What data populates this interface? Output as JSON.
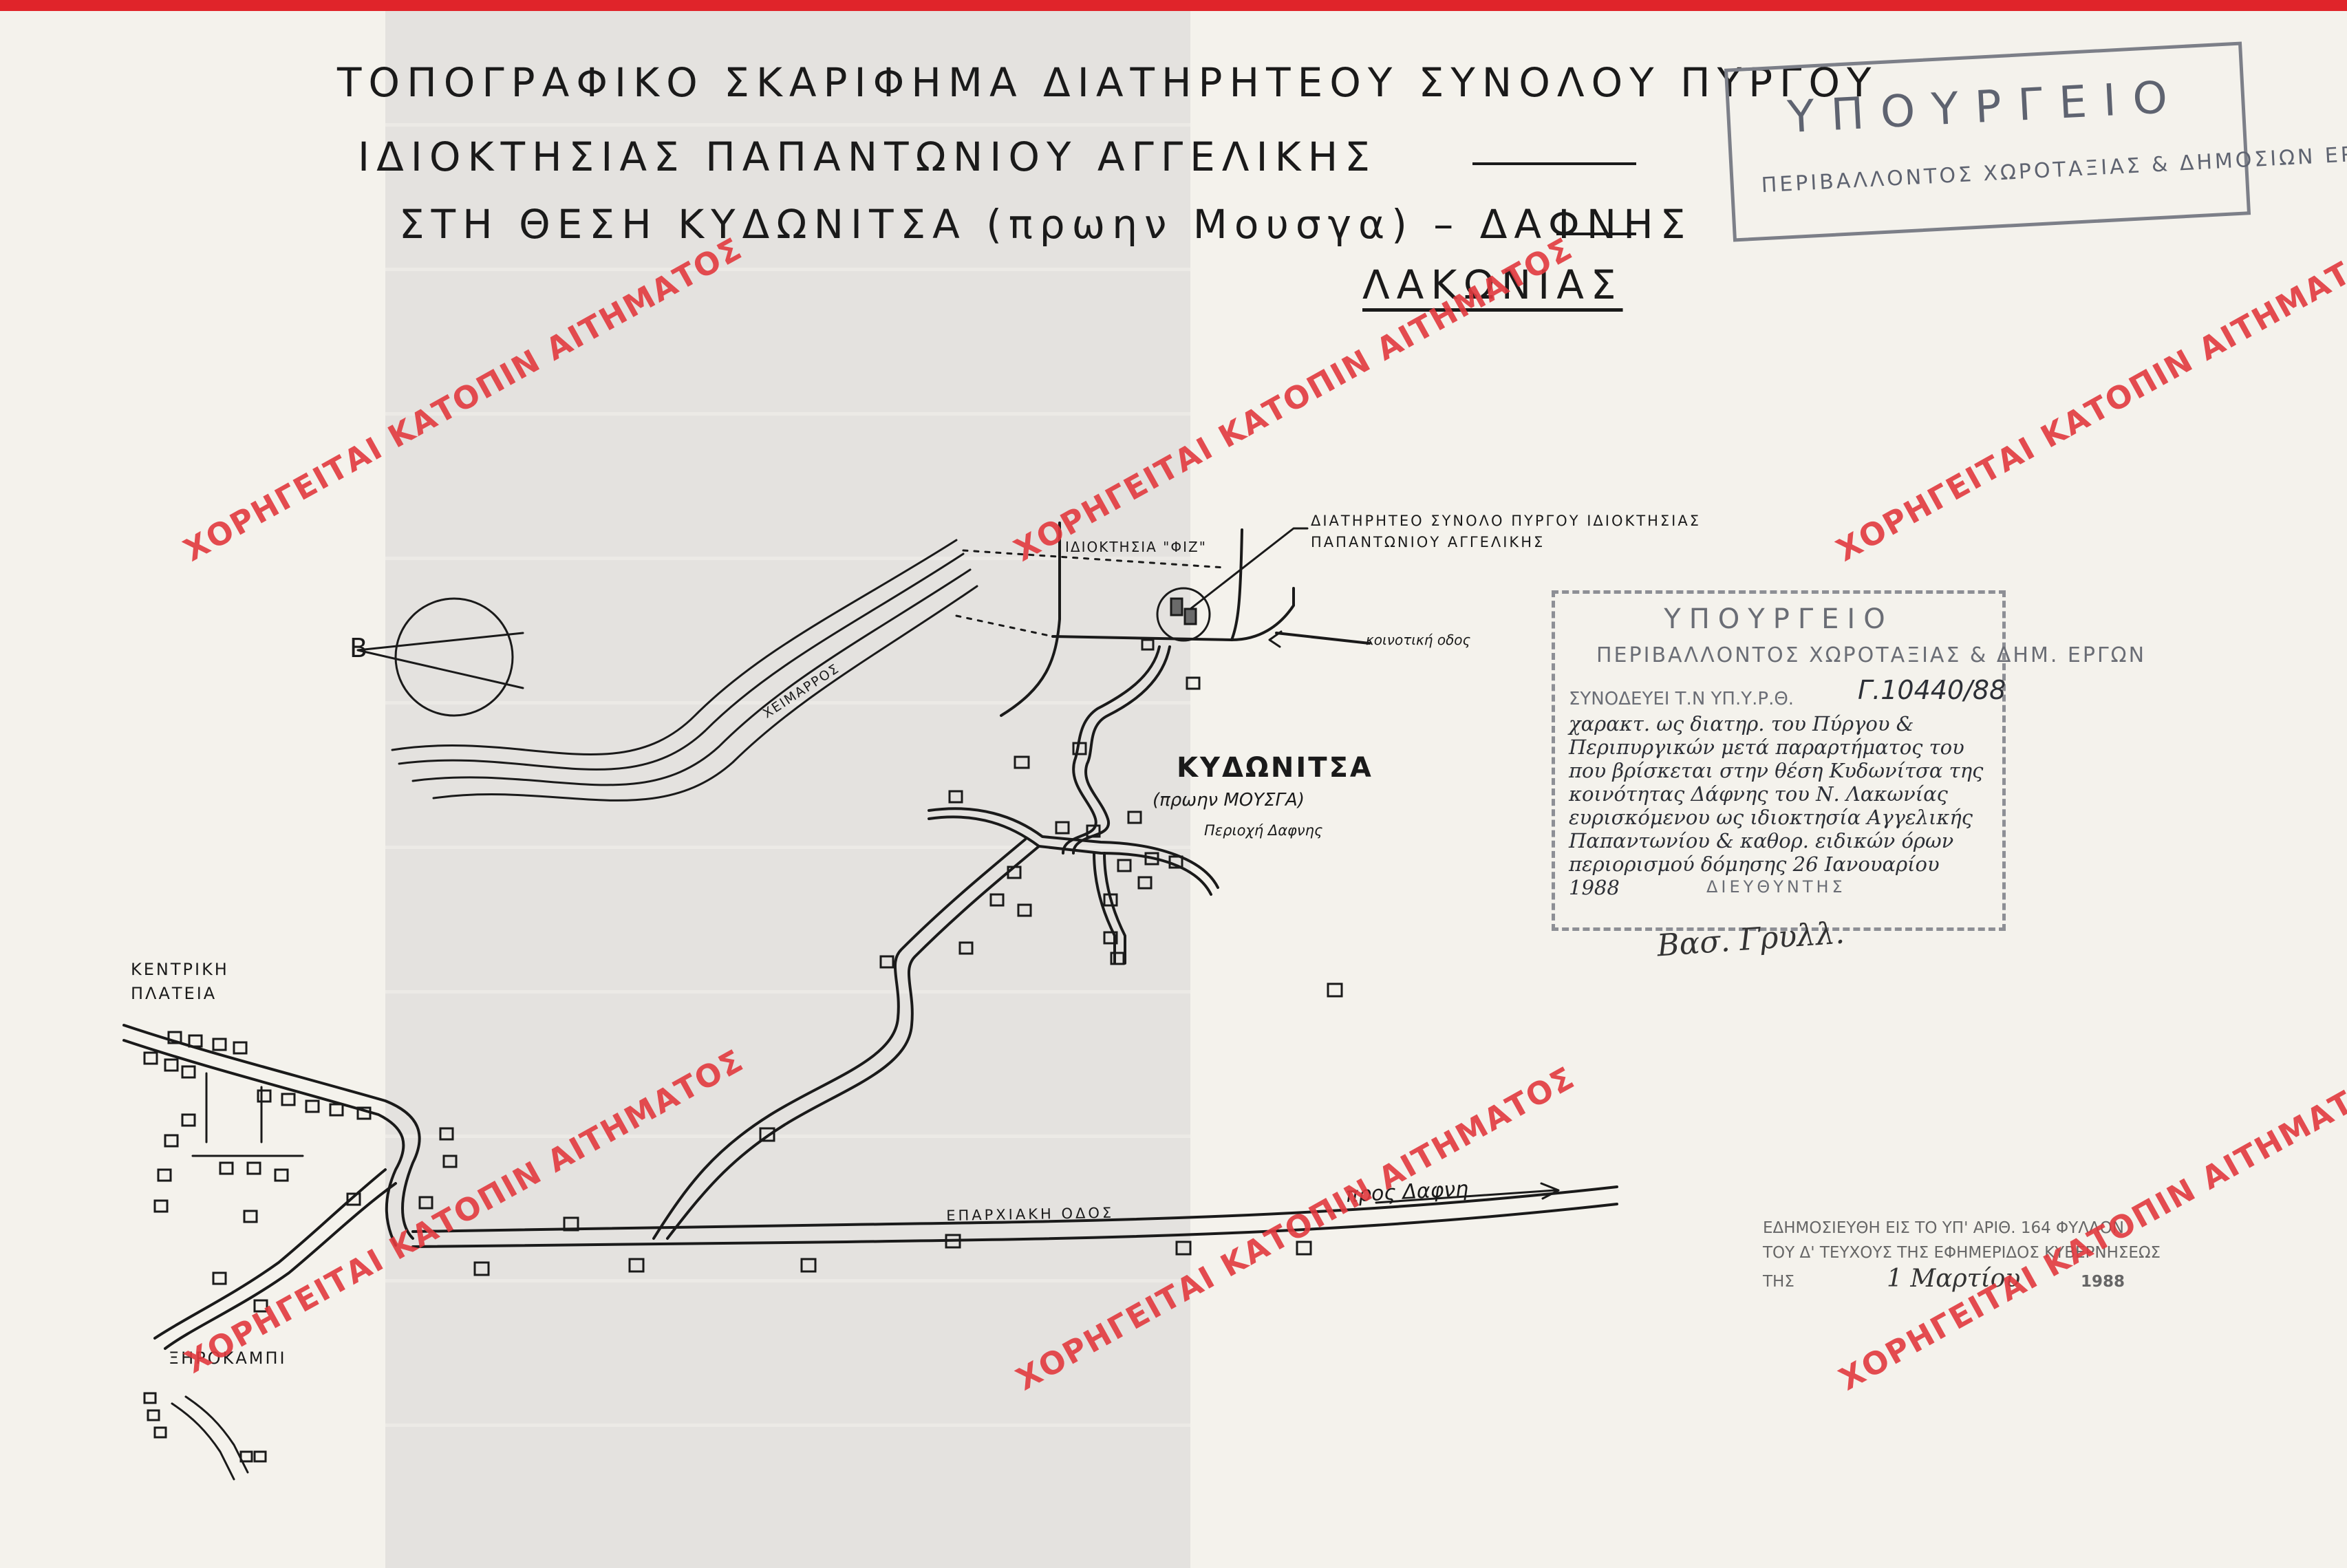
{
  "title": {
    "line1": "ΤΟΠΟΓΡΑΦΙΚΟ ΣΚΑΡΙΦΗΜΑ ΔΙΑΤΗΡΗΤΕΟΥ ΣΥΝΟΛΟΥ ΠΥΡΓΟΥ",
    "line2": "ΙΔΙΟΚΤΗΣΙΑΣ ΠΑΠΑΝΤΩΝΙΟΥ ΑΓΓΕΛΙΚΗΣ",
    "line3": "ΣΤΗ ΘΕΣΗ ΚΥΔΩΝΙΤΣΑ (πρωην Μουσγα) – ΔΑΦΝΗΣ",
    "line4": "ΛΑΚΩΝΙΑΣ"
  },
  "stamp_ministry": {
    "title": "ΥΠΟΥΡΓΕΙΟ",
    "subtitle": "ΠΕΡΙΒΑΛΛΟΝΤΟΣ ΧΩΡΟΤΑΞΙΑΣ & ΔΗΜΟΣΙΩΝ ΕΡΓΩΝ"
  },
  "stamp_approval": {
    "title": "ΥΠΟΥΡΓΕΙΟ",
    "subtitle": "ΠΕΡΙΒΑΛΛΟΝΤΟΣ ΧΩΡΟΤΑΞΙΑΣ & ΔΗΜ. ΕΡΓΩΝ",
    "accompanies": "ΣΥΝΟΔΕΥΕΙ Τ.Ν ΥΠ.Υ.Ρ.Θ.",
    "decision_no": "Γ.10440/88",
    "text": "χαρακτ. ως διατηρ. του Πύργου & Περιπυργικών μετά παραρτήματος του που βρίσκεται στην θέση Κυδωνίτσα της κοινότητας Δάφνης του Ν. Λακωνίας ευρισκόμενου ως ιδιοκτησία Αγγελικής Παπαντωνίου & καθορ. ειδικών όρων περιορισμού δόμησης 26 Ιανουαρίου 1988",
    "director": "ΔΙΕΥΘΥΝΤΗΣ",
    "signature": "Βασ. Γρυλλ."
  },
  "gazette": {
    "line1": "ΕΔΗΜΟΣΙΕΥΘΗ ΕΙΣ ΤΟ ΥΠ' ΑΡΙΘ. 164 ΦΥΛΛΟΝ",
    "line2": "ΤΟΥ Δ' ΤΕΥΧΟΥΣ ΤΗΣ ΕΦΗΜΕΡΙΔΟΣ ΚΥΒΕΡΝΗΣΕΩΣ",
    "line3": "ΤΗΣ",
    "date": "1 Μαρτίου",
    "year": "1988"
  },
  "map_labels": {
    "preserved_set_line1": "ΔΙΑΤΗΡΗΤΕΟ ΣΥΝΟΛΟ ΠΥΡΓΟΥ ΙΔΙΟΚΤΗΣΙΑΣ",
    "preserved_set_line2": "ΠΑΠΑΝΤΩΝΙΟΥ ΑΓΓΕΛΙΚΗΣ",
    "fiz_property": "ΙΔΙΟΚΤΗΣΙΑ \"ΦΙΖ\"",
    "torrent": "ΧΕΙΜΑΡΡΟΣ",
    "community_road": "κοινοτική οδος",
    "village": "ΚΥΔΩΝΙΤΣΑ",
    "village_former": "(πρωην ΜΟΥΣΓΑ)",
    "village_area": "Περιοχή Δαφνης",
    "central_square_line1": "ΚΕΝΤΡΙΚΗ",
    "central_square_line2": "ΠΛΑΤΕΙΑ",
    "provincial_road": "ΕΠΑΡΧΙΑΚΗ ΟΔΟΣ",
    "to_dafni": "προς Δαφνη",
    "xirokampi": "ΞΗΡΟΚΑΜΠΙ",
    "north": "Β"
  },
  "watermark": "ΧΟΡΗΓΕΙΤΑΙ ΚΑΤΟΠΙΝ ΑΙΤΗΜΑΤΟΣ",
  "colors": {
    "paper": "#f4f2ec",
    "ink": "#1a1a1a",
    "watermark": "#e23a3f",
    "stamp": "#7c7f88",
    "top_bar": "#e0242a"
  }
}
